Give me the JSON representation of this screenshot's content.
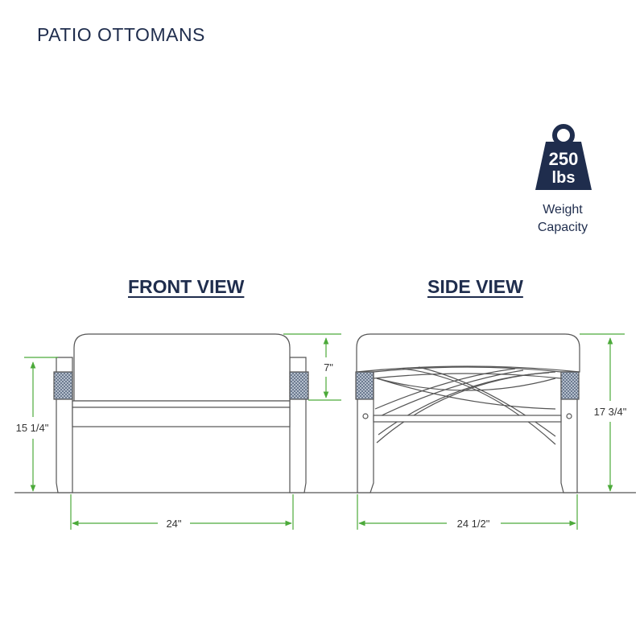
{
  "title": "PATIO OTTOMANS",
  "weight": {
    "number": "250",
    "unit": "lbs",
    "label_line1": "Weight",
    "label_line2": "Capacity"
  },
  "front_view": {
    "title": "FRONT VIEW",
    "dim_height": "15 1/4\"",
    "dim_width": "24\"",
    "dim_cushion": "7\""
  },
  "side_view": {
    "title": "SIDE VIEW",
    "dim_height": "17 3/4\"",
    "dim_width": "24 1/2\""
  },
  "colors": {
    "navy": "#1f2d4d",
    "outline": "#555555",
    "dimension": "#4caa3a",
    "wicker": "#7a8aa0"
  }
}
